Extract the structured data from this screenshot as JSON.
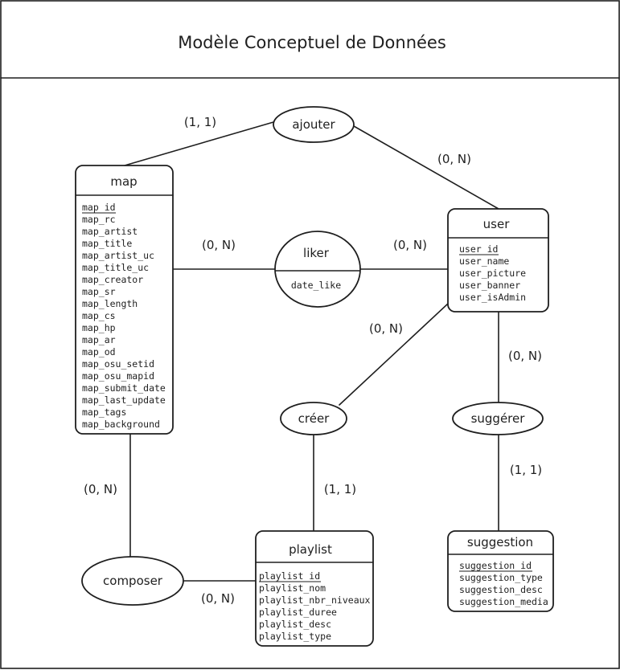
{
  "title": "Modèle Conceptuel de Données",
  "entities": {
    "map": {
      "name": "map",
      "attributes": [
        "map_id",
        "map_rc",
        "map_artist",
        "map_title",
        "map_artist_uc",
        "map_title_uc",
        "map_creator",
        "map_sr",
        "map_length",
        "map_cs",
        "map_hp",
        "map_ar",
        "map_od",
        "map_osu_setid",
        "map_osu_mapid",
        "map_submit_date",
        "map_last_update",
        "map_tags",
        "map_background"
      ]
    },
    "user": {
      "name": "user",
      "attributes": [
        "user_id",
        "user_name",
        "user_picture",
        "user_banner",
        "user_isAdmin"
      ]
    },
    "playlist": {
      "name": "playlist",
      "attributes": [
        "playlist_id",
        "playlist_nom",
        "playlist_nbr_niveaux",
        "playlist_duree",
        "playlist_desc",
        "playlist_type"
      ]
    },
    "suggestion": {
      "name": "suggestion",
      "attributes": [
        "suggestion_id",
        "suggestion_type",
        "suggestion_desc",
        "suggestion_media"
      ]
    }
  },
  "relations": {
    "ajouter": {
      "name": "ajouter"
    },
    "liker": {
      "name": "liker",
      "attribute": "date_like"
    },
    "creer": {
      "name": "créer"
    },
    "suggerer": {
      "name": "suggérer"
    },
    "composer": {
      "name": "composer"
    }
  },
  "cardinalities": {
    "ajouter_map": "(1, 1)",
    "ajouter_user": "(0, N)",
    "liker_map": "(0, N)",
    "liker_user": "(0, N)",
    "creer_user": "(0, N)",
    "creer_playlist": "(1, 1)",
    "suggerer_user": "(0, N)",
    "suggerer_suggestion": "(1, 1)",
    "composer_map": "(0, N)",
    "composer_playlist": "(0, N)"
  }
}
